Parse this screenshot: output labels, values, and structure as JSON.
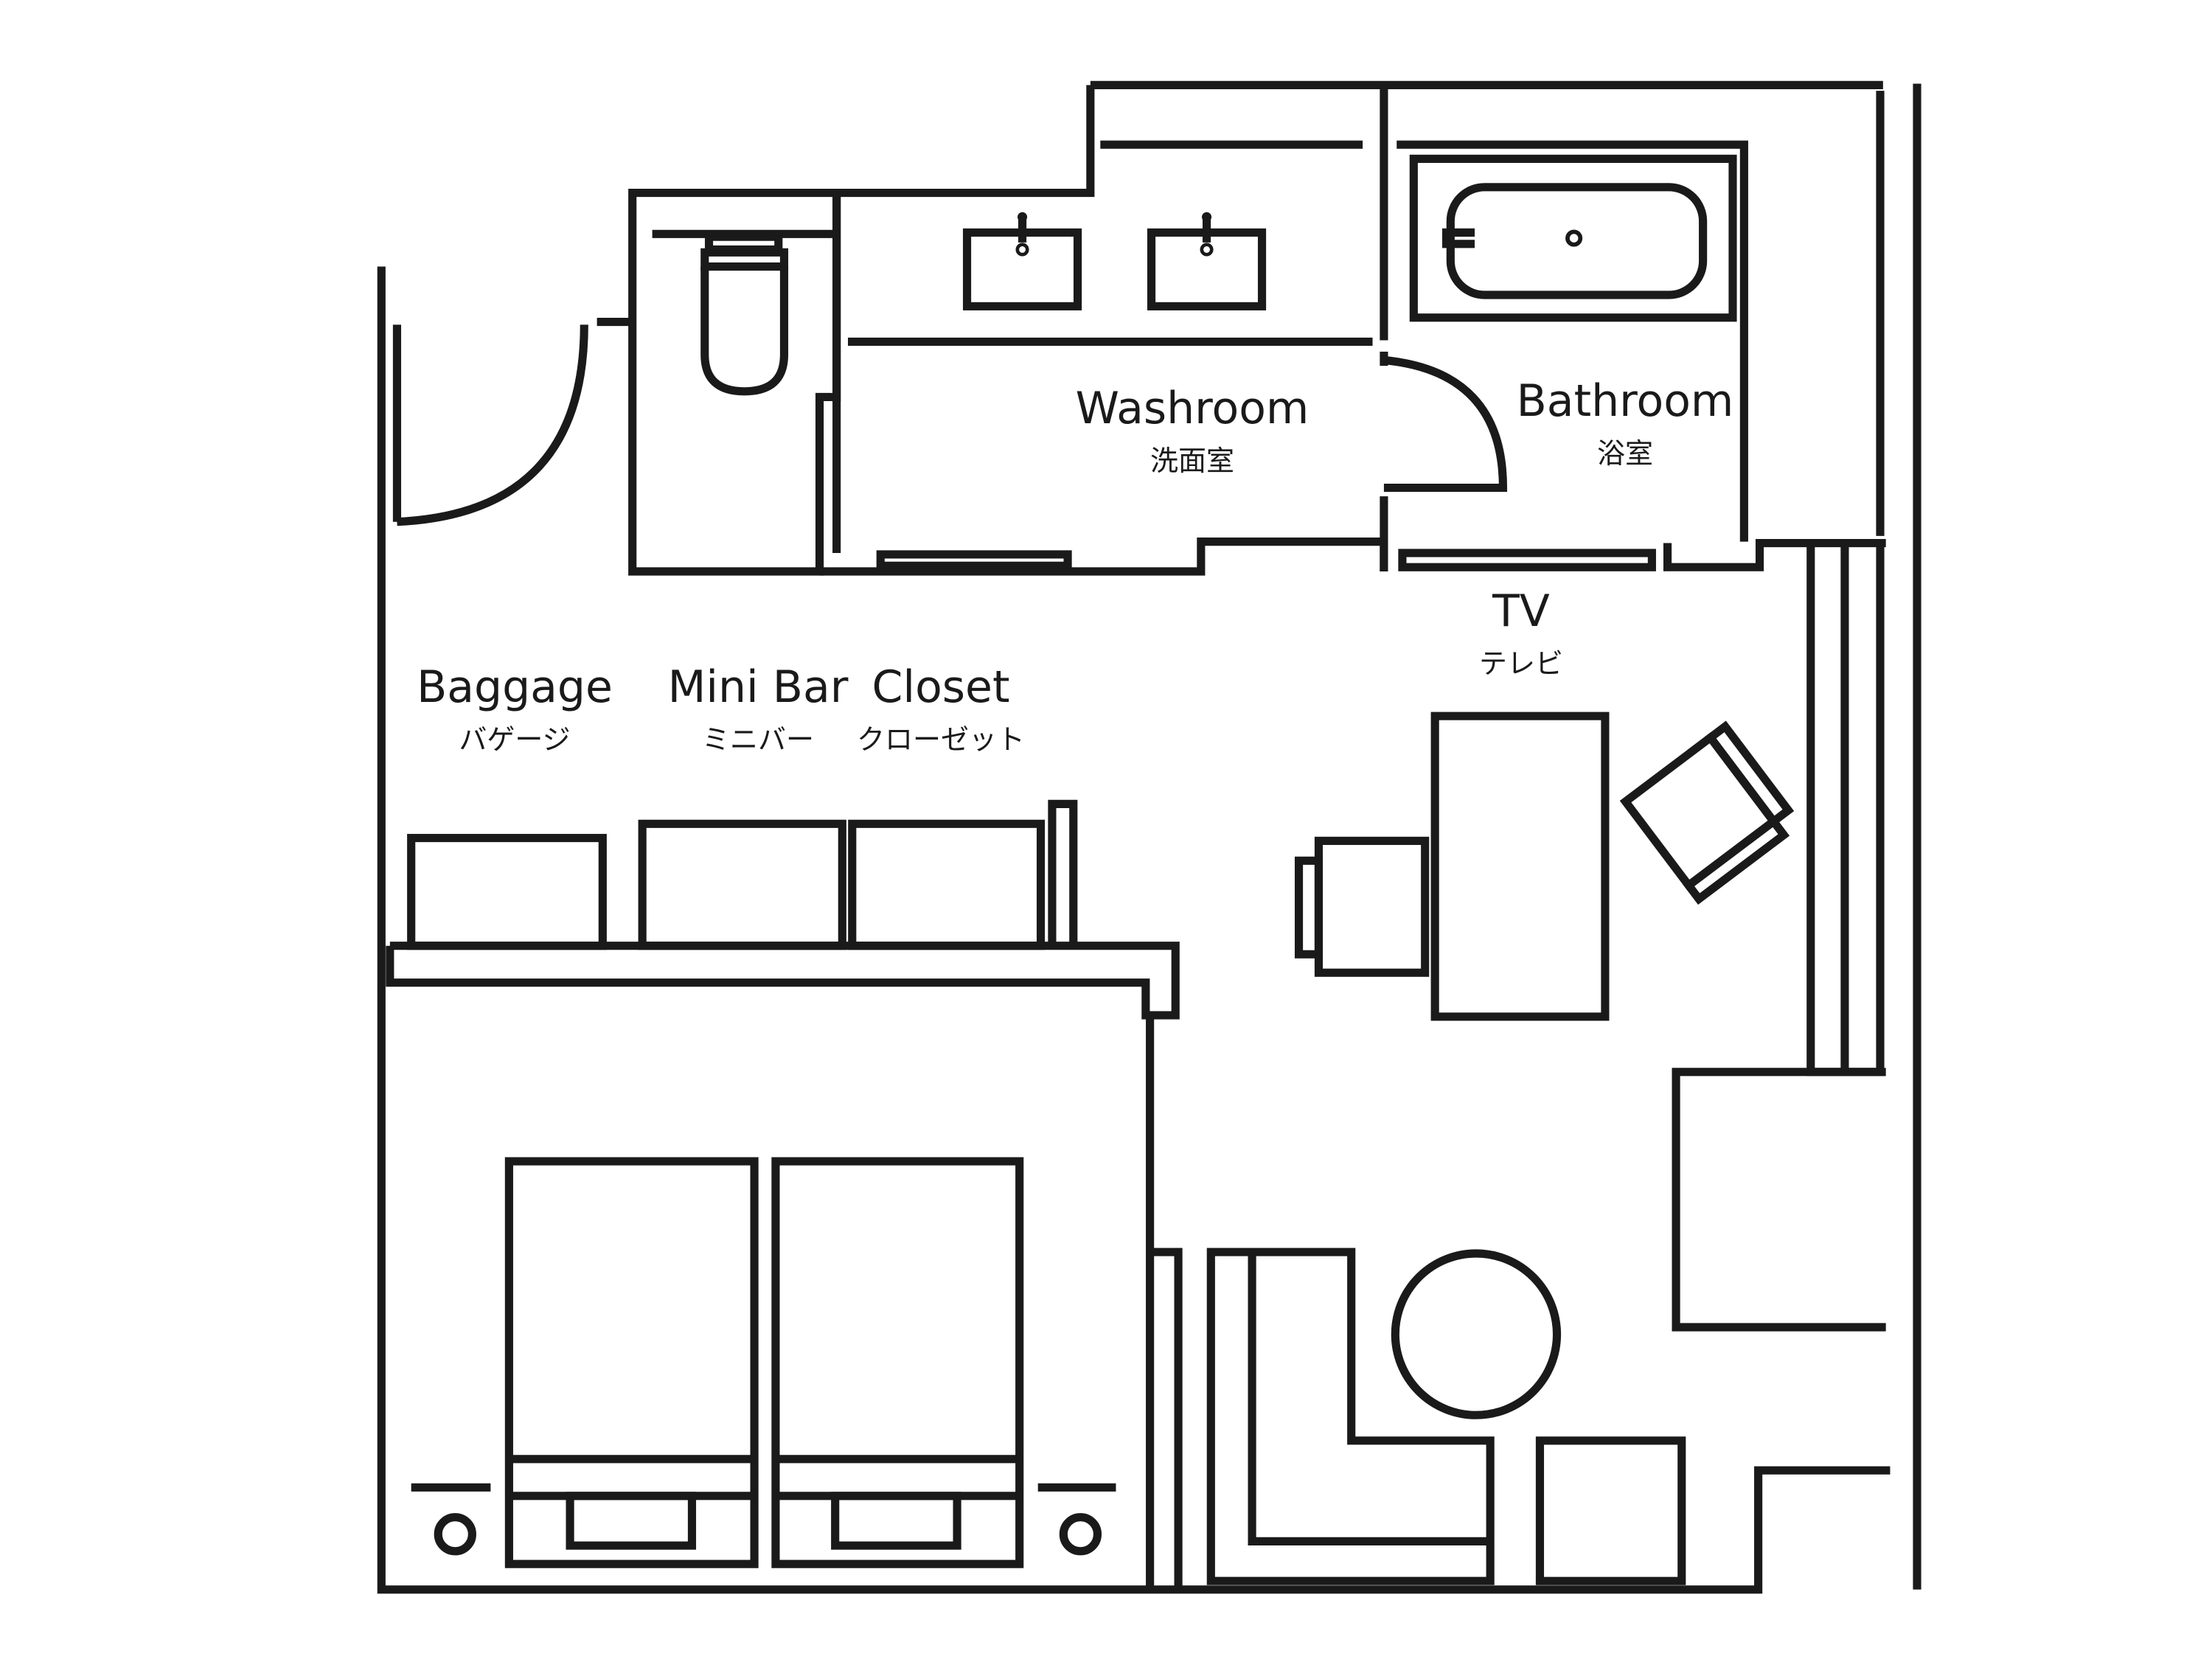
{
  "rooms": {
    "washroom": {
      "en": "Washroom",
      "ja": "洗面室"
    },
    "bathroom": {
      "en": "Bathroom",
      "ja": "浴室"
    },
    "tv": {
      "en": "TV",
      "ja": "テレビ"
    },
    "baggage": {
      "en": "Baggage",
      "ja": "バゲージ"
    },
    "minibar": {
      "en": "Mini Bar",
      "ja": "ミニバー"
    },
    "closet": {
      "en": "Closet",
      "ja": "クローゼット"
    }
  }
}
